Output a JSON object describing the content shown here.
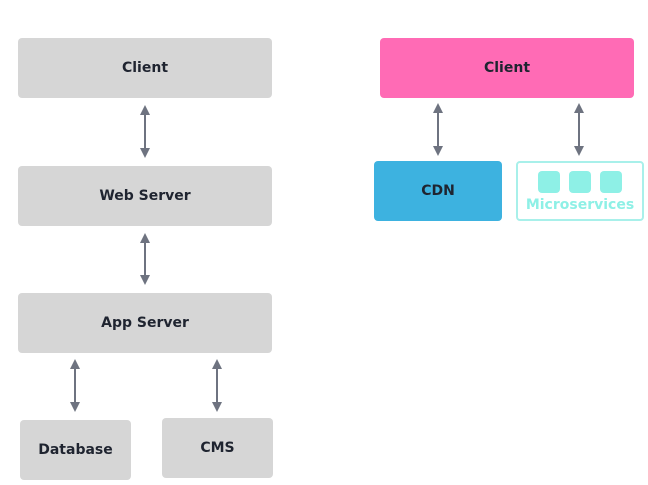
{
  "diagram": {
    "left": {
      "client": "Client",
      "web_server": "Web Server",
      "app_server": "App Server",
      "database": "Database",
      "cms": "CMS"
    },
    "right": {
      "client": "Client",
      "cdn": "CDN",
      "microservices": "Microservices"
    }
  },
  "colors": {
    "node_grey": "#d6d6d6",
    "client_pink": "#ff6bb5",
    "cdn_blue": "#3db2e0",
    "microservices_teal": "#8ef0e6",
    "arrow": "#6e7380",
    "text": "#1f2430"
  }
}
